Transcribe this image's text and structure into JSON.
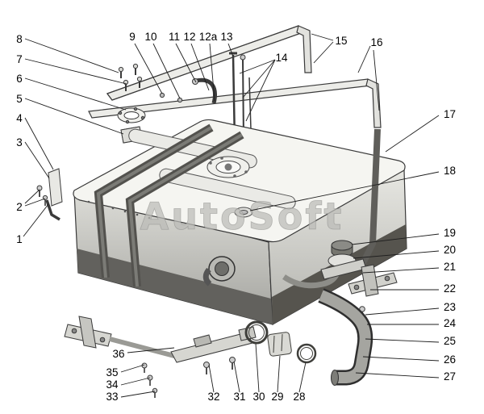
{
  "page": {
    "watermark": "AutoSoft",
    "watermark_color": "#bcbcb8",
    "line_color": "#2f2f2f",
    "background": "#ffffff"
  },
  "callouts": {
    "n1": "1",
    "n2": "2",
    "n3": "3",
    "n4": "4",
    "n5": "5",
    "n6": "6",
    "n7": "7",
    "n8": "8",
    "n9": "9",
    "n10": "10",
    "n11": "11",
    "n12": "12",
    "n12a": "12a",
    "n13": "13",
    "n14": "14",
    "n15": "15",
    "n16": "16",
    "n17": "17",
    "n18": "18",
    "n19": "19",
    "n20": "20",
    "n21": "21",
    "n22": "22",
    "n23": "23",
    "n24": "24",
    "n25": "25",
    "n26": "26",
    "n27": "27",
    "n28": "28",
    "n29": "29",
    "n30": "30",
    "n31": "31",
    "n32": "32",
    "n33": "33",
    "n34": "34",
    "n35": "35",
    "n36": "36"
  }
}
